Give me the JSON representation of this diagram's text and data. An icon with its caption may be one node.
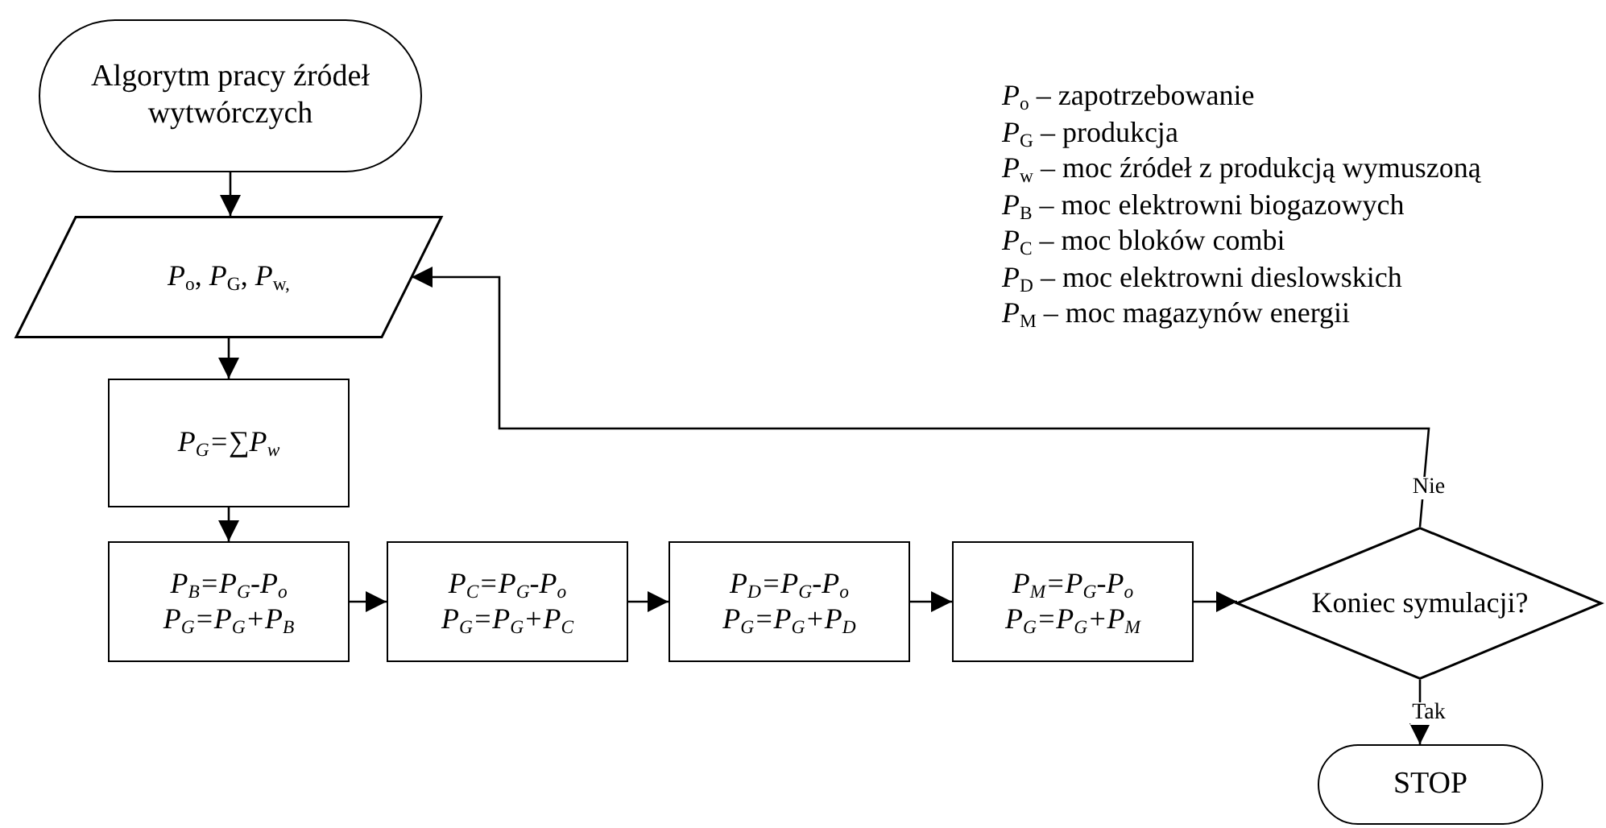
{
  "diagram": {
    "nodes": [
      {
        "text": [
          "Algorytm pracy źródeł wytwórczych"
        ]
      },
      {
        "text": [
          "*P*$_{o}$, *P*$_{G}$, *P*$_{w,}$"
        ]
      },
      {
        "text": [
          "P$_{G}$=∑P$_{w}$"
        ]
      },
      {
        "text": [
          "P$_{B}$=P$_{G}$-P$_{o}$",
          "P$_{G}$=P$_{G}$+P$_{B}$"
        ]
      },
      {
        "text": [
          "P$_{C}$=P$_{G}$-P$_{o}$",
          "P$_{G}$=P$_{G}$+P$_{C}$"
        ]
      },
      {
        "text": [
          "P$_{D}$=P$_{G}$-P$_{o}$",
          "P$_{G}$=P$_{G}$+P$_{D}$"
        ]
      },
      {
        "text": [
          "P$_{M}$=P$_{G}$-P$_{o}$",
          "P$_{G}$=P$_{G}$+P$_{M}$"
        ]
      },
      {
        "text": [
          "Koniec symulacji?"
        ]
      },
      {
        "text": [
          "STOP"
        ]
      }
    ],
    "edges": [
      {
        "from": 0,
        "to": 1,
        "arrow": "to"
      },
      {
        "from": 1,
        "to": 2,
        "arrow": "to"
      },
      {
        "from": 2,
        "to": 3,
        "arrow": "to"
      },
      {
        "from": 3,
        "to": 4,
        "arrow": "to"
      },
      {
        "from": 4,
        "to": 5,
        "arrow": "to"
      },
      {
        "from": 5,
        "to": 6,
        "arrow": "to"
      },
      {
        "from": 6,
        "to": 7,
        "arrow": "to"
      },
      {
        "from": 7,
        "to": 1,
        "arrow": "to",
        "label": "Nie"
      },
      {
        "from": 7,
        "to": 8,
        "arrow": "to",
        "label": "Tak"
      }
    ],
    "labels": [
      "*P*$_{o}$ – zapotrzebowanie",
      "*P*$_{G}$ – produkcja",
      "*P*$_{w}$ – moc źródeł z produkcją wymuszoną",
      "*P*$_{B}$ – moc elektrowni biogazowych",
      "*P*$_{C}$ – moc bloków combi",
      "*P*$_{D}$ – moc elektrowni dieslowskich",
      "*P*$_{M}$ – moc magazynów energii"
    ]
  }
}
